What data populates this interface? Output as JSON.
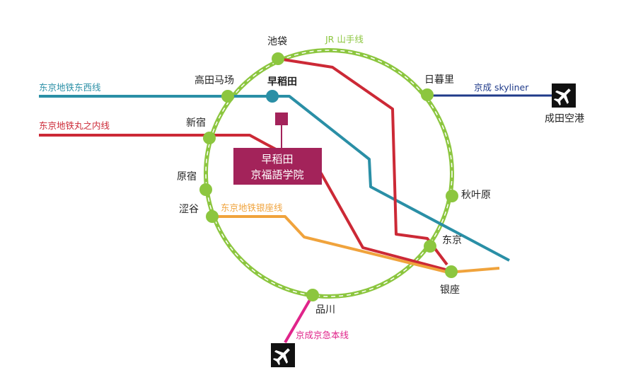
{
  "colors": {
    "yamanote": "#8cc63f",
    "tozai": "#2a8fa6",
    "marunouchi": "#cc2936",
    "ginza": "#f0a33c",
    "keikyu": "#e0248a",
    "skyliner": "#1f3a8a",
    "school": "#a3235a",
    "tozai_station": "#2a8fa6"
  },
  "lines": {
    "yamanote": "JR 山手线",
    "tozai": "东京地铁东西线",
    "marunouchi": "东京地铁丸之内线",
    "ginza": "东京地铁银座线",
    "keikyu": "京成京急本线",
    "skyliner": "京成 skyliner"
  },
  "stations": {
    "ikebukuro": "池袋",
    "takadanobaba": "高田马场",
    "waseda": "早稻田",
    "nippori": "日暮里",
    "shinjuku": "新宿",
    "harajuku": "原宿",
    "shibuya": "涩谷",
    "akihabara": "秋叶原",
    "tokyo": "东京",
    "ginza": "银座",
    "shinagawa": "品川"
  },
  "airport": "成田空港",
  "school": {
    "line1": "早稻田",
    "line2": "京福語学院"
  },
  "icons": {
    "airport_narita": "airplane-icon",
    "airport_haneda": "airplane-icon"
  }
}
